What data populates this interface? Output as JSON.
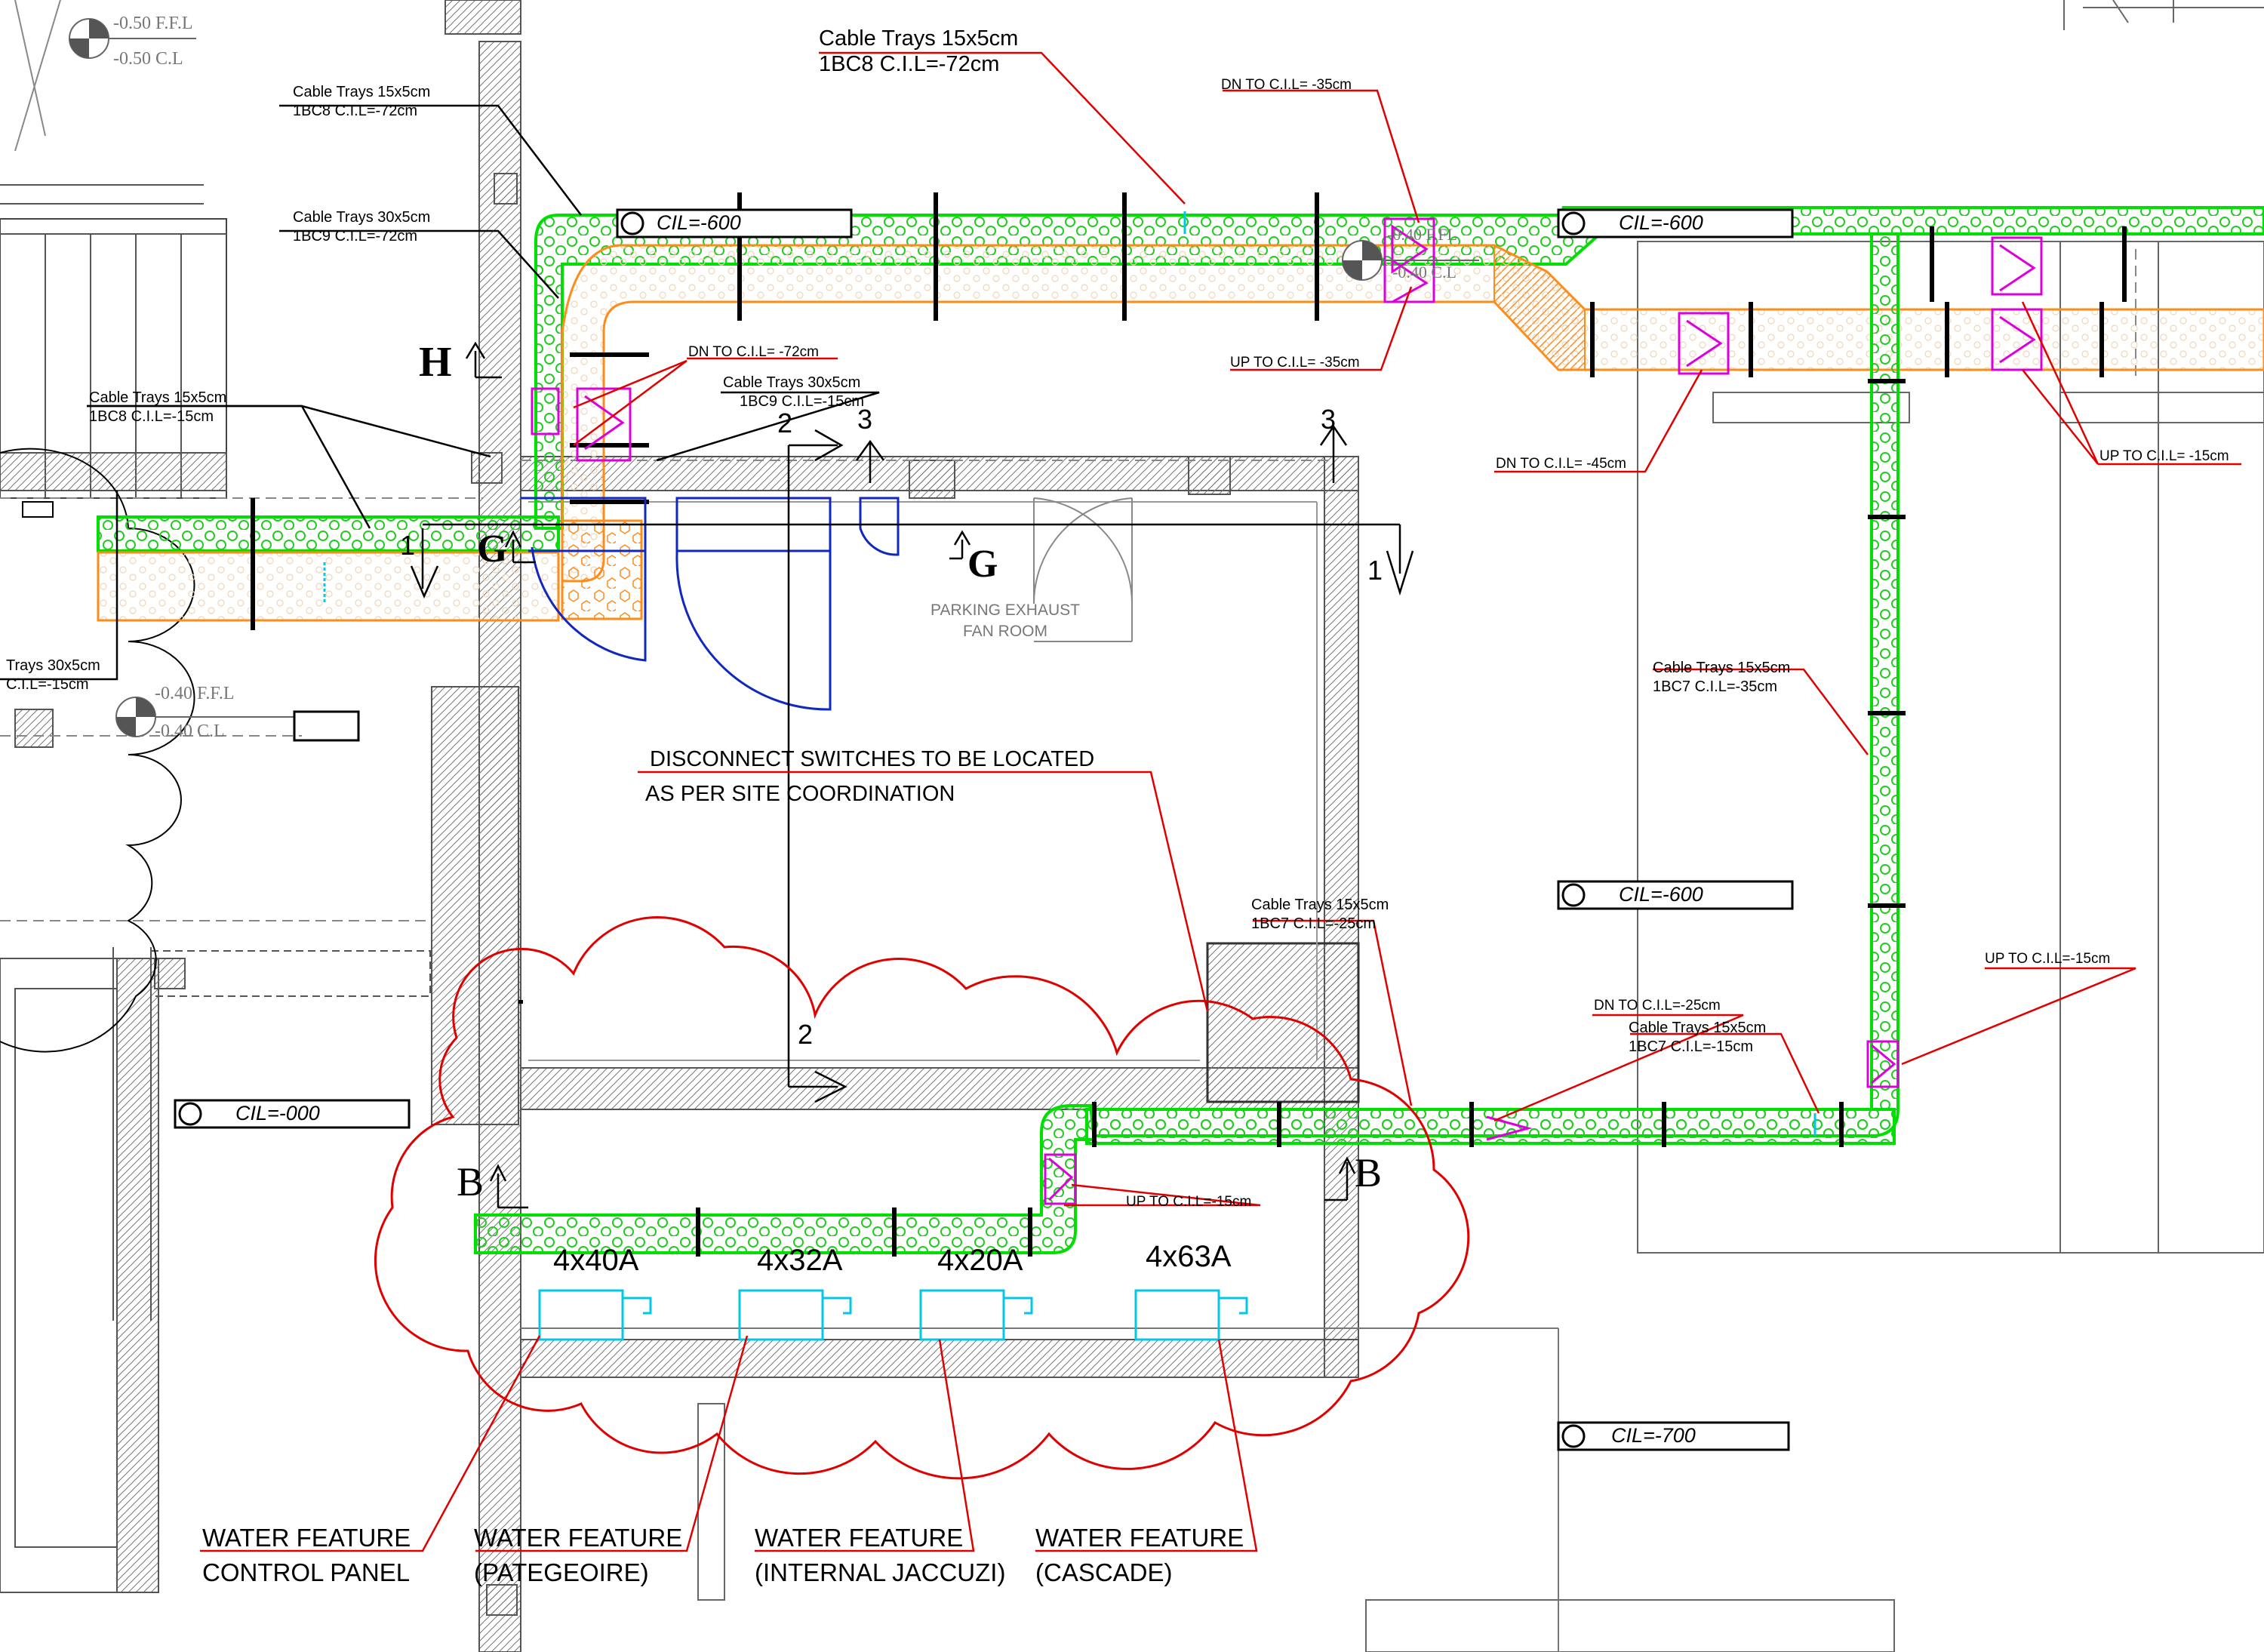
{
  "colors": {
    "tray_green": "#00e000",
    "tray_fill_dots": "#22cc22",
    "tray_orange": "#ff8c1a",
    "magenta": "#dd00dd",
    "leader_red": "#e00000",
    "cyan": "#00c8e6",
    "blue": "#1028c0",
    "wall_gray": "#555555",
    "line_black": "#000000"
  },
  "levels": {
    "ffl_top": "-0.50 F.F.L",
    "cl_top": "-0.50 C.L",
    "ffl_left": "-0.40 F.F.L",
    "cl_left": "-0.40 C.L",
    "ffl_mid": "-0.40 F.FL",
    "cl_mid": "-0.40 C.L"
  },
  "cil_boxes": {
    "top_left": "CIL=-600",
    "top_right": "CIL=-600",
    "mid_right": "CIL=-600",
    "left": "CIL=-000",
    "bottom_right": "CIL=-700"
  },
  "callouts": {
    "top_main": {
      "line1": "Cable Trays 15x5cm",
      "line2": "1BC8 C.I.L=-72cm"
    },
    "top_left_1": {
      "line1": "Cable Trays 15x5cm",
      "line2": "1BC8 C.I.L=-72cm"
    },
    "top_left_2": {
      "line1": "Cable Trays 30x5cm",
      "line2": "1BC9 C.I.L=-72cm"
    },
    "left_1": {
      "line1": "Cable Trays 15x5cm",
      "line2": "1BC8 C.I.L=-15cm"
    },
    "left_2": {
      "line1": "Trays 30x5cm",
      "line2": "C.I.L=-15cm"
    },
    "center_1": {
      "line1": "Cable Trays 30x5cm",
      "line2": "1BC9 C.I.L=-15cm"
    },
    "right_vertical": {
      "line1": "Cable Trays 15x5cm",
      "line2": "1BC7 C.I.L=-35cm"
    },
    "bottom_1": {
      "line1": "Cable Trays 15x5cm",
      "line2": "1BC7 C.I.L=-25cm"
    },
    "bottom_2": {
      "line1": "Cable Trays 15x5cm",
      "line2": "1BC7 C.I.L=-15cm"
    }
  },
  "dn_up": {
    "dn_35": "DN TO C.I.L= -35cm",
    "up_35": "UP TO C.I.L= -35cm",
    "dn_72": "DN TO C.I.L= -72cm",
    "dn_45": "DN TO C.I.L= -45cm",
    "up_15_tr": "UP TO C.I.L= -15cm",
    "up_15_right": "UP TO C.I.L=-15cm",
    "dn_25": "DN TO C.I.L=-25cm",
    "up_15_bottom": "UP TO C.I.L=-15cm"
  },
  "room": {
    "line1": "PARKING EXHAUST",
    "line2": "FAN ROOM"
  },
  "note": {
    "line1": "DISCONNECT SWITCHES TO BE LOCATED",
    "line2": "AS PER SITE COORDINATION"
  },
  "breakers": [
    "4x40A",
    "4x32A",
    "4x20A",
    "4x63A"
  ],
  "water_features": [
    {
      "line1": "WATER FEATURE",
      "line2": "CONTROL PANEL"
    },
    {
      "line1": "WATER FEATURE",
      "line2": "(PATEGEOIRE)"
    },
    {
      "line1": "WATER FEATURE",
      "line2": "(INTERNAL JACCUZI)"
    },
    {
      "line1": "WATER FEATURE",
      "line2": "(CASCADE)"
    }
  ],
  "section_marks": {
    "h": "H",
    "g_left": "G",
    "g_right": "G",
    "b_left": "B",
    "b_right": "B",
    "n1_left": "1",
    "n1_right": "1",
    "n2_top": "2",
    "n2_bottom": "2",
    "n3_left": "3",
    "n3_right": "3"
  }
}
